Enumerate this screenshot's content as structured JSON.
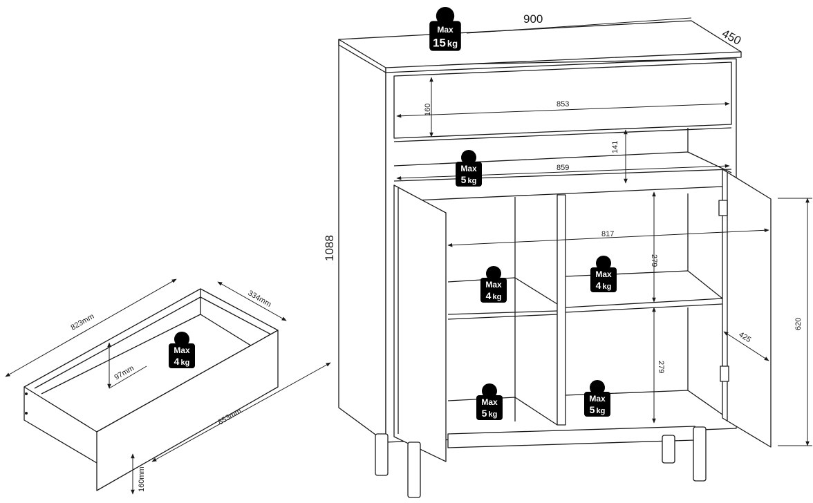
{
  "dimensions": {
    "width": "900",
    "depth": "450",
    "height": "1088",
    "drawer_height": "160",
    "drawer_width": "853",
    "gap_height": "141",
    "inner_width_top": "859",
    "inner_width_cabinet": "817",
    "upper_shelf_height": "279",
    "lower_shelf_height": "279",
    "cabinet_height": "620",
    "cabinet_depth": "425"
  },
  "drawer_detail": {
    "outer_length": "823mm",
    "outer_depth": "334mm",
    "inner_depth": "97mm",
    "front_width": "853mm",
    "front_height": "160mm"
  },
  "weight_limits": {
    "top": {
      "label": "Max",
      "value": "15",
      "unit": "kg"
    },
    "open_shelf": {
      "label": "Max",
      "value": "5",
      "unit": "kg"
    },
    "left_upper": {
      "label": "Max",
      "value": "4",
      "unit": "kg"
    },
    "right_upper": {
      "label": "Max",
      "value": "4",
      "unit": "kg"
    },
    "left_bottom": {
      "label": "Max",
      "value": "5",
      "unit": "kg"
    },
    "right_bottom": {
      "label": "Max",
      "value": "5",
      "unit": "kg"
    },
    "drawer": {
      "label": "Max",
      "value": "4",
      "unit": "kg"
    }
  },
  "colors": {
    "line": "#1a1a1a",
    "badge": "#000000",
    "background": "#ffffff"
  }
}
